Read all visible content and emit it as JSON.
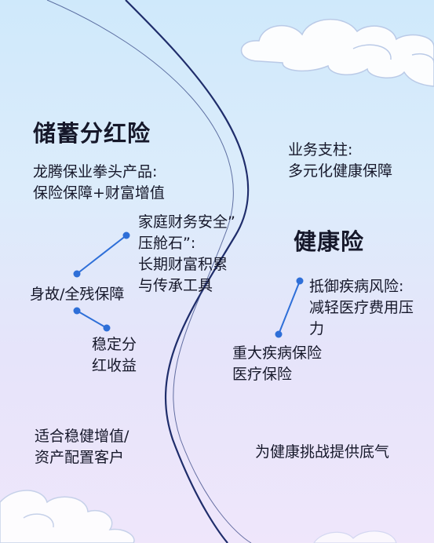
{
  "left": {
    "title": "储蓄分红险",
    "subtitle": "龙腾保业拳头产品:\n保险保障+财富增值",
    "point_top": "家庭财务安全”\n压舱石”:\n长期财富积累\n与传承工具",
    "point_middle": "身故/全残保障",
    "point_bottom": "稳定分\n红收益",
    "footer": "适合稳健增值/\n资产配置客户"
  },
  "right": {
    "pillar": "业务支柱:\n多元化健康保障",
    "title": "健康险",
    "point_top": "抵御疾病风险:\n减轻医疗费用压\n力",
    "point_bottom": "重大疾病保险\n医疗保险",
    "footer": "为健康挑战提供底气"
  },
  "colors": {
    "accent_line": "#2e6fd8",
    "dot": "#2e6fd8",
    "divider": "#1f2d6b",
    "text": "#16182a"
  }
}
